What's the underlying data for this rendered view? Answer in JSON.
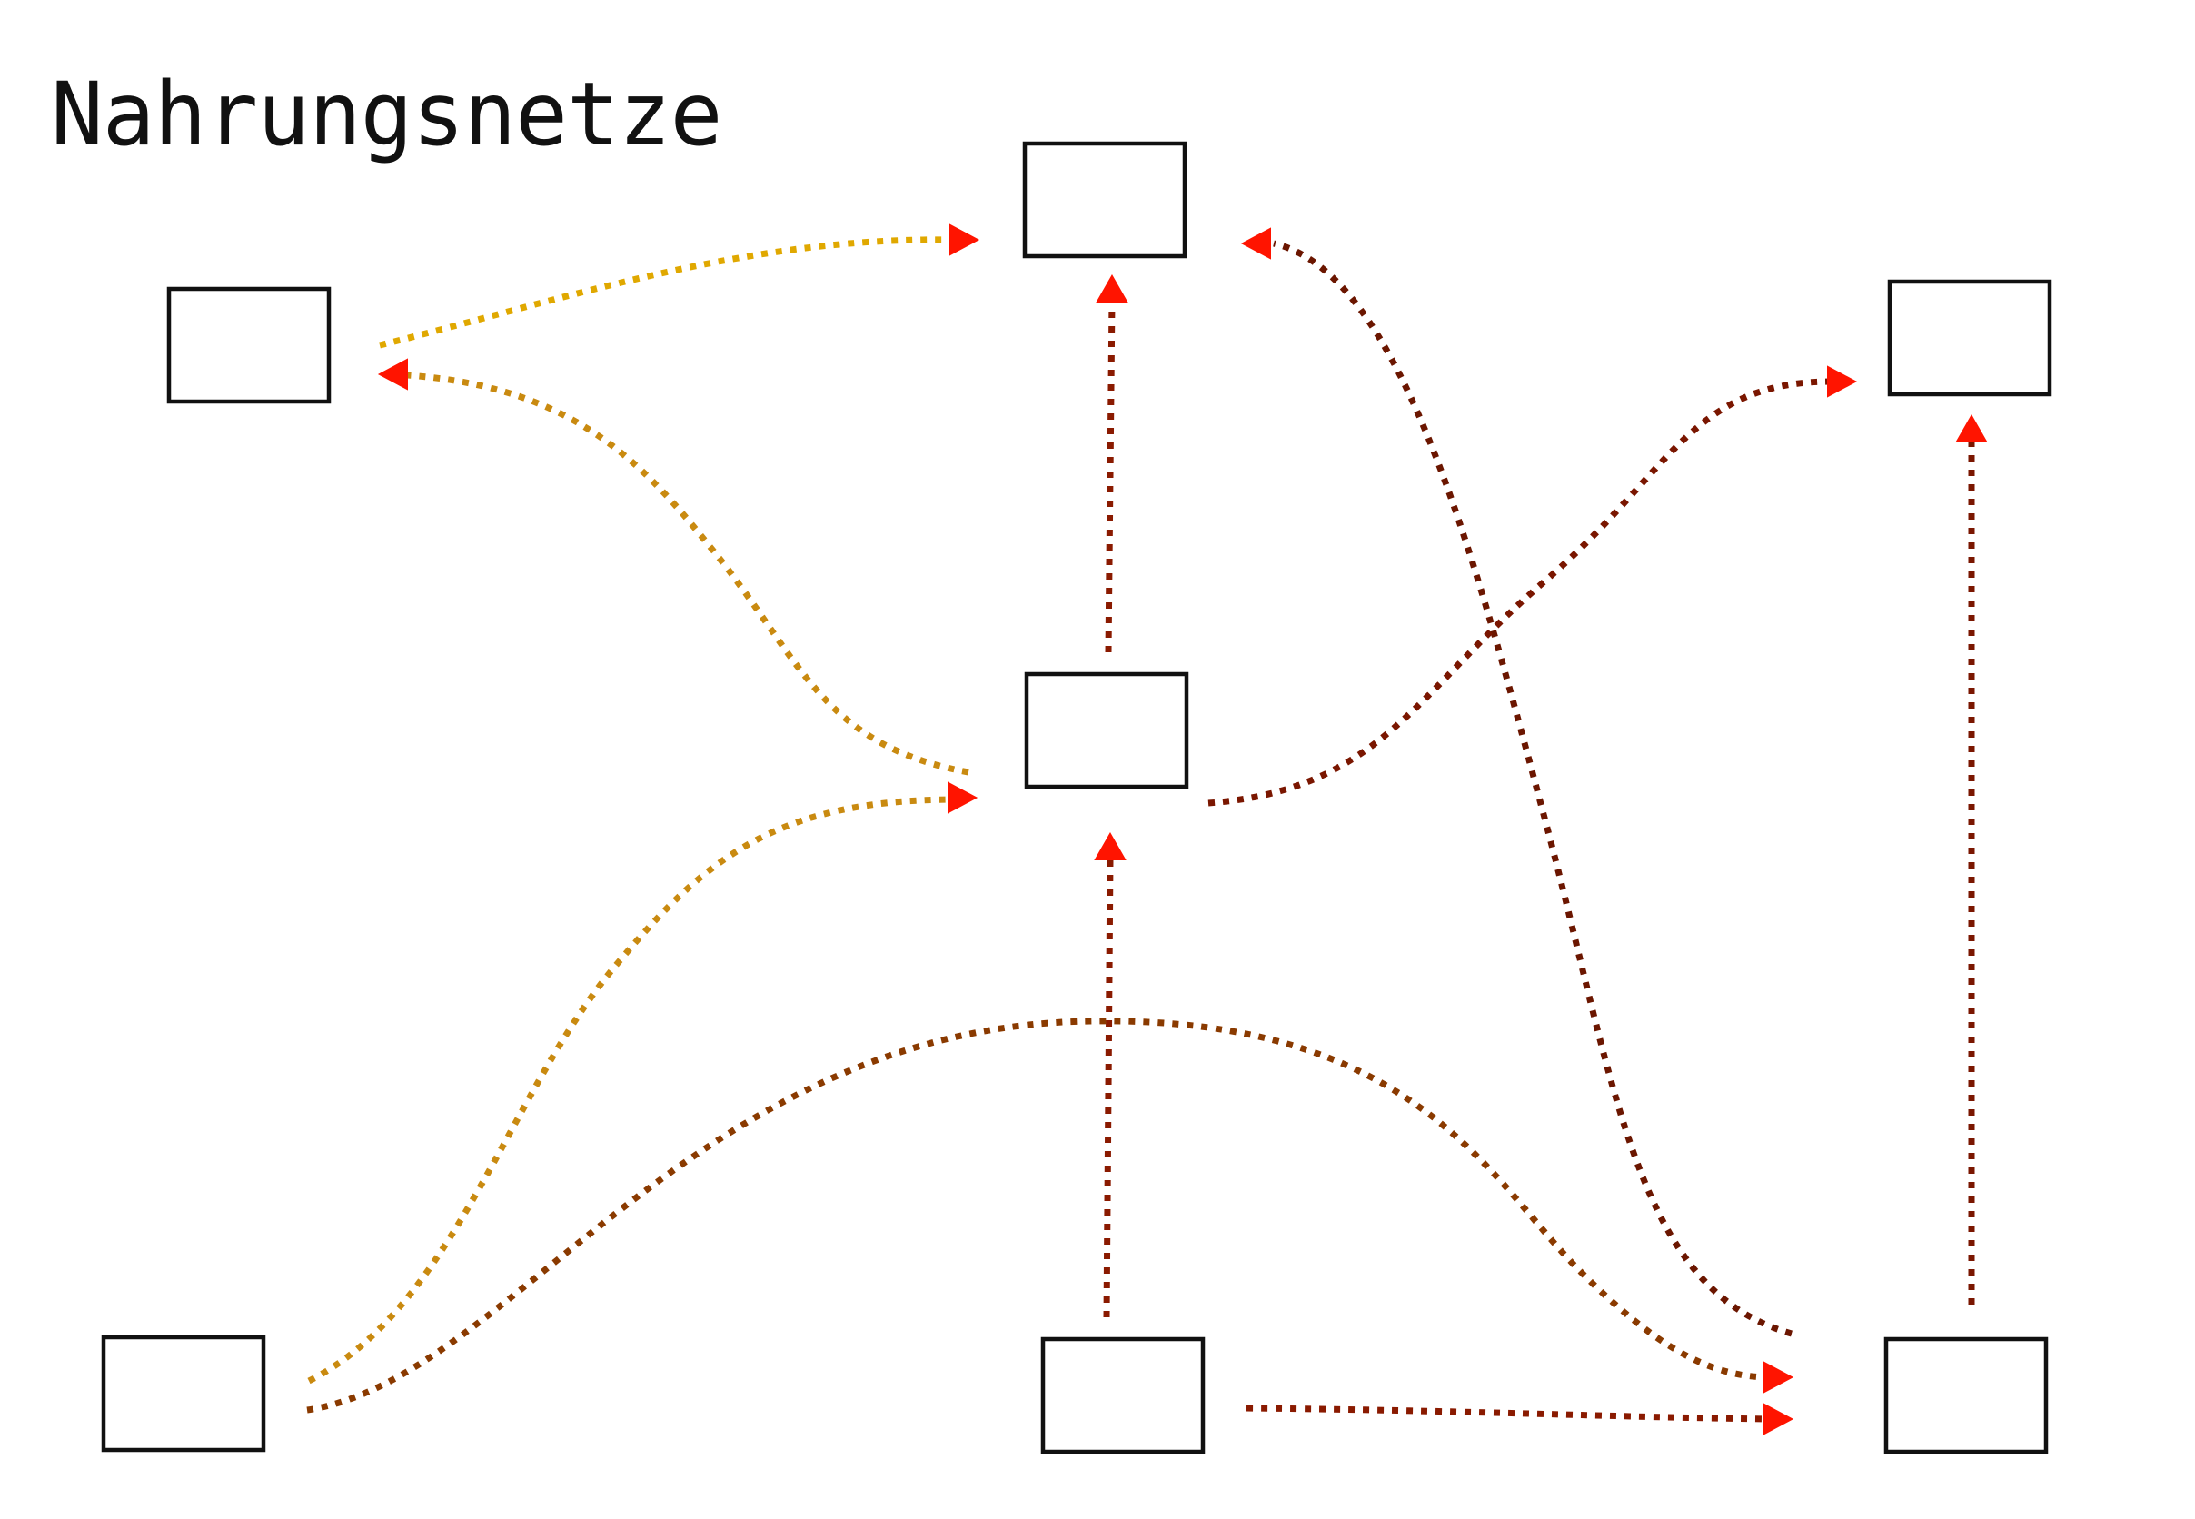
{
  "title": "Nahrungsnetze",
  "nodes": [
    {
      "id": "top-left",
      "label": ""
    },
    {
      "id": "top-center",
      "label": ""
    },
    {
      "id": "top-right",
      "label": ""
    },
    {
      "id": "middle-center",
      "label": ""
    },
    {
      "id": "bottom-left",
      "label": ""
    },
    {
      "id": "bottom-center",
      "label": ""
    },
    {
      "id": "bottom-right",
      "label": ""
    }
  ],
  "links": [
    {
      "from": "top-left",
      "to": "top-center",
      "color": "#E0A800"
    },
    {
      "from": "middle-center",
      "to": "top-left",
      "color": "#C98A10"
    },
    {
      "from": "middle-center",
      "to": "top-center",
      "color": "#8A1A00"
    },
    {
      "from": "bottom-right",
      "to": "top-center",
      "color": "#6B1600"
    },
    {
      "from": "middle-center",
      "to": "top-right",
      "color": "#7A1600"
    },
    {
      "from": "bottom-right",
      "to": "top-right",
      "color": "#7A1600"
    },
    {
      "from": "bottom-left",
      "to": "middle-center",
      "color": "#C98A10"
    },
    {
      "from": "bottom-center",
      "to": "middle-center",
      "color": "#8A1A00"
    },
    {
      "from": "bottom-left",
      "to": "bottom-right",
      "color": "#8A3A00"
    },
    {
      "from": "bottom-center",
      "to": "bottom-right",
      "color": "#8A1A00"
    }
  ],
  "colors": {
    "arrowhead": "#FF1400",
    "node_stroke": "#111111",
    "background": "#FFFFFF"
  }
}
